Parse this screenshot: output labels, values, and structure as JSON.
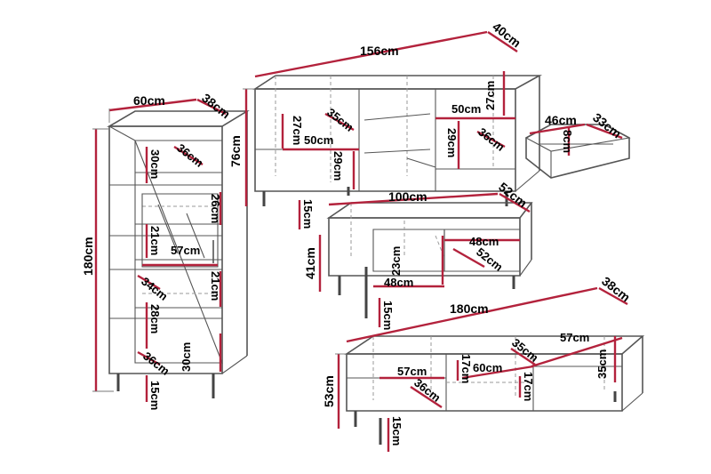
{
  "diagram": {
    "tall_cabinet": {
      "width": "60cm",
      "depth": "38cm",
      "height": "180cm",
      "inner": [
        "30cm",
        "36cm",
        "26cm",
        "21cm",
        "57cm",
        "34cm",
        "21cm",
        "28cm",
        "36cm",
        "30cm"
      ],
      "leg": "15cm"
    },
    "sideboard": {
      "width": "156cm",
      "depth": "40cm",
      "height": "76cm",
      "inner": [
        "27cm",
        "35cm",
        "50cm",
        "29cm",
        "50cm",
        "27cm",
        "29cm",
        "36cm"
      ],
      "leg": "15cm"
    },
    "drawer": {
      "width": "46cm",
      "depth": "33cm",
      "height": "8cm"
    },
    "coffee_table": {
      "width": "100cm",
      "depth": "52cm",
      "height": "41cm",
      "inner": [
        "48cm",
        "52cm",
        "23cm",
        "48cm"
      ],
      "leg": "15cm"
    },
    "tv_bench": {
      "width": "180cm",
      "depth": "38cm",
      "height": "53cm",
      "inner": [
        "57cm",
        "35cm",
        "57cm",
        "17cm",
        "60cm",
        "35cm",
        "17cm",
        "36cm"
      ],
      "leg": "15cm"
    }
  }
}
